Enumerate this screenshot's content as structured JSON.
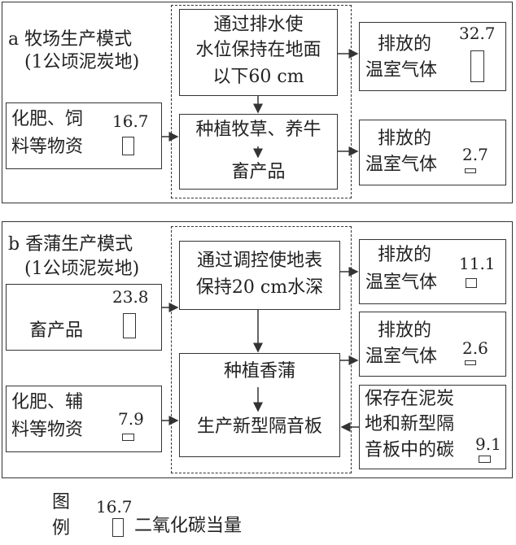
{
  "panel_a": {
    "title": "a  牧场生产模式",
    "subtitle": "(1公顷泥炭地)",
    "step1": [
      "通过排水使",
      "水位保持在地面",
      "以下60 cm"
    ],
    "step2": [
      "种植牧草、养牛",
      "畜产品"
    ],
    "input1": {
      "label": [
        "化肥、饲",
        "料等物资"
      ],
      "value": "16.7"
    },
    "output1": {
      "label": [
        "排放的",
        "温室气体"
      ],
      "value": "32.7"
    },
    "output2": {
      "label": [
        "排放的",
        "温室气体"
      ],
      "value": "2.7"
    }
  },
  "panel_b": {
    "title": "b  香蒲生产模式",
    "subtitle": "(1公顷泥炭地)",
    "step1": [
      "通过调控使地表",
      "保持20 cm水深"
    ],
    "step2": [
      "种植香蒲",
      "生产新型隔音板"
    ],
    "input1": {
      "label": "畜产品",
      "value": "23.8"
    },
    "input2": {
      "label": [
        "化肥、辅",
        "料等物资"
      ],
      "value": "7.9"
    },
    "output1": {
      "label": [
        "排放的",
        "温室气体"
      ],
      "value": "11.1"
    },
    "output2": {
      "label": [
        "排放的",
        "温室气体"
      ],
      "value": "2.6"
    },
    "output3": {
      "label": [
        "保存在泥炭",
        "地和新型隔",
        "音板中的碳"
      ],
      "value": "9.1"
    }
  },
  "legend": {
    "title": [
      "图",
      "例"
    ],
    "value": "16.7",
    "label": "二氧化碳当量"
  }
}
